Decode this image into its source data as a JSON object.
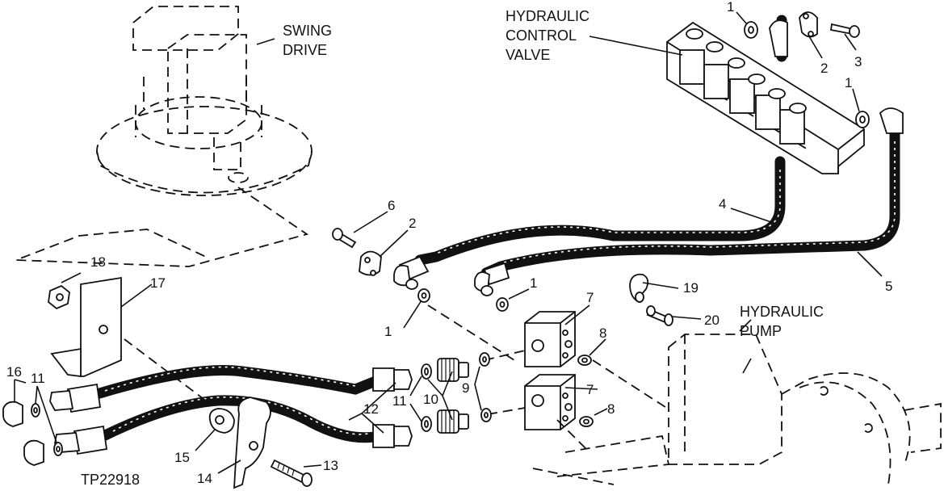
{
  "labels": {
    "swing_drive": [
      "SWING",
      "DRIVE"
    ],
    "control_valve": [
      "HYDRAULIC",
      "CONTROL",
      "VALVE"
    ],
    "hydraulic_pump": [
      "HYDRAULIC",
      "PUMP"
    ],
    "figure_id": "TP22918"
  },
  "callouts": {
    "c1a": "1",
    "c2a": "2",
    "c3": "3",
    "c1b": "1",
    "c4": "4",
    "c5": "5",
    "c6": "6",
    "c2b": "2",
    "c1c": "1",
    "c1d": "1",
    "c7a": "7",
    "c8a": "8",
    "c7b": "7",
    "c8b": "8",
    "c9": "9",
    "c10": "10",
    "c11a": "11",
    "c12": "12",
    "c13": "13",
    "c14": "14",
    "c15": "15",
    "c16": "16",
    "c11b": "11",
    "c17": "17",
    "c18": "18",
    "c19": "19",
    "c20": "20"
  }
}
